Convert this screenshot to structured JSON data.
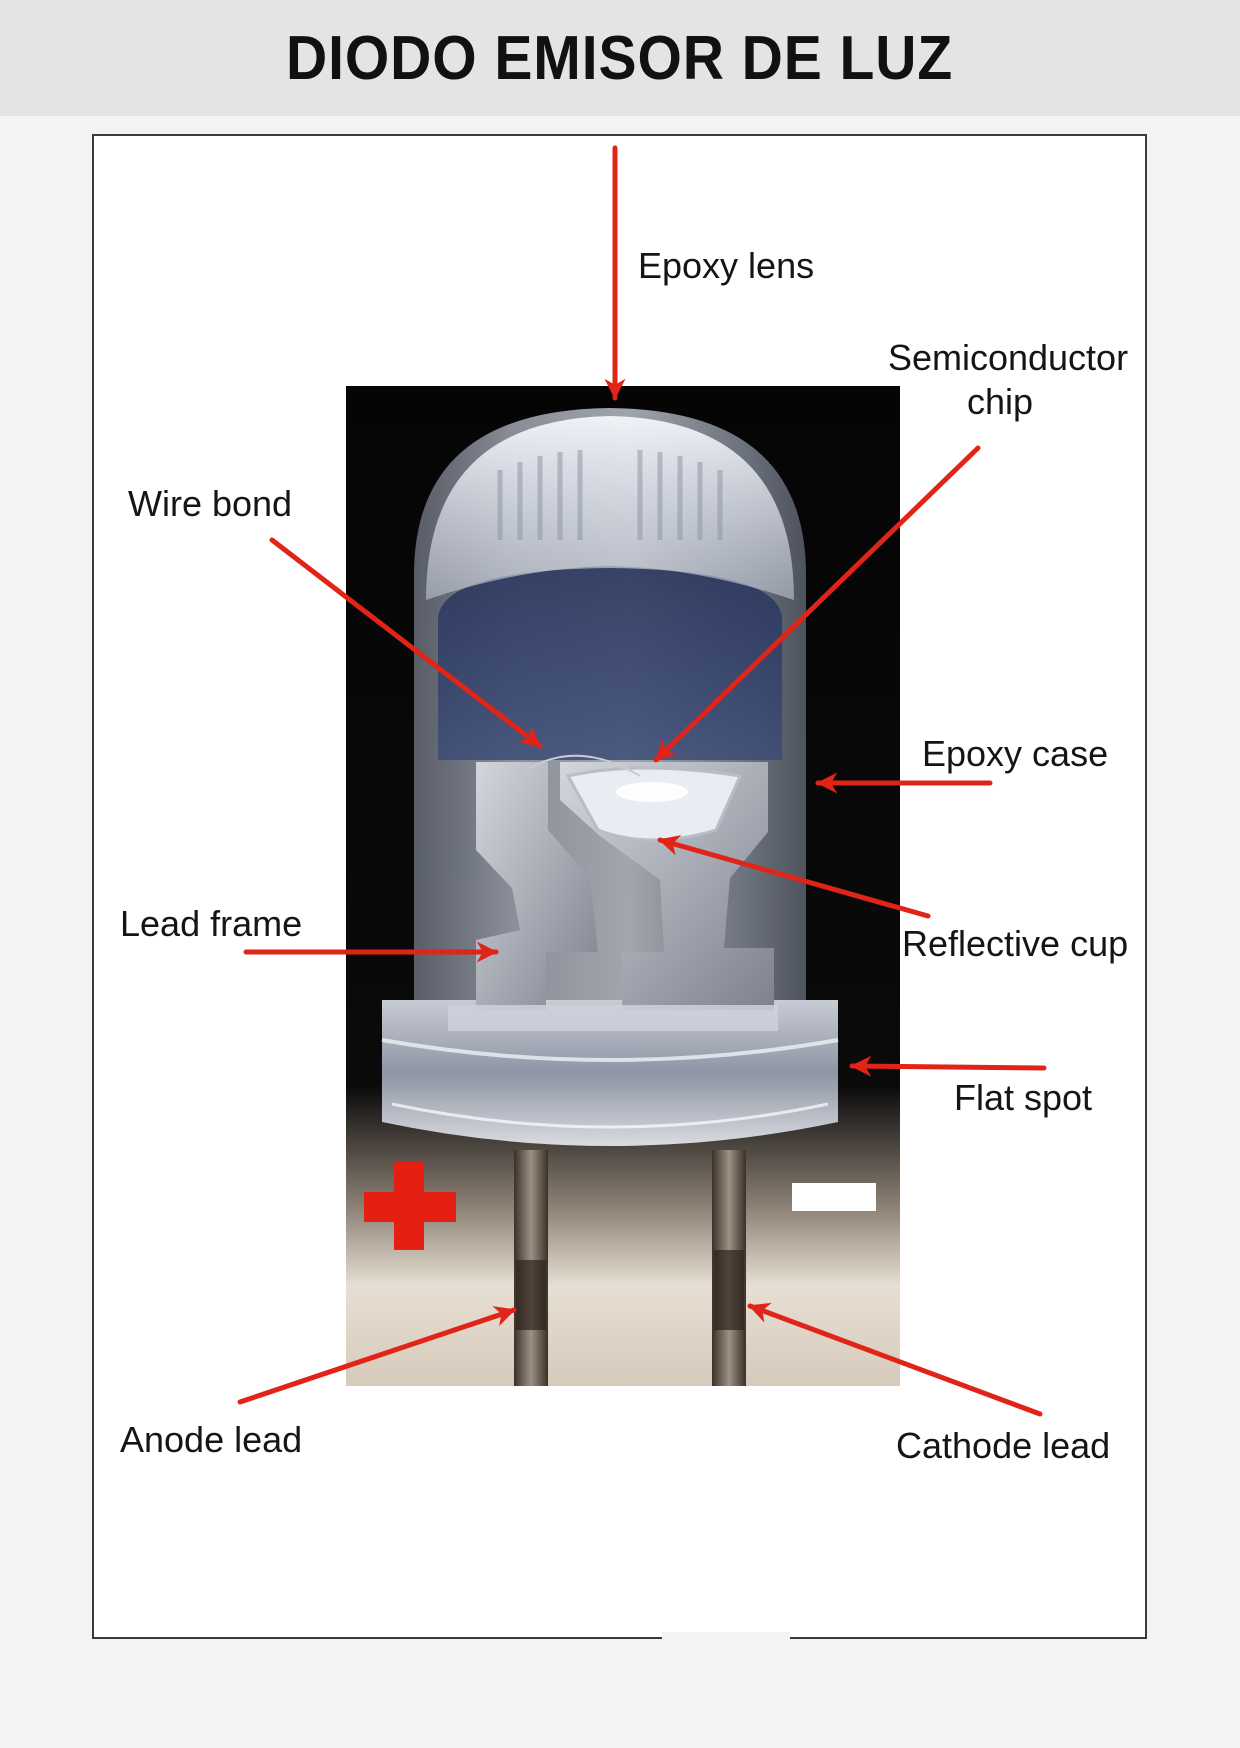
{
  "title": "DIODO EMISOR DE LUZ",
  "labels": {
    "epoxy_lens": "Epoxy lens",
    "semiconductor_chip_line1": "Semiconductor",
    "semiconductor_chip_line2": "chip",
    "wire_bond": "Wire bond",
    "epoxy_case": "Epoxy case",
    "lead_frame": "Lead frame",
    "reflective_cup": "Reflective cup",
    "flat_spot": "Flat spot",
    "anode_lead": "Anode lead",
    "cathode_lead": "Cathode lead"
  },
  "polarity": {
    "anode_symbol": "plus-sign",
    "cathode_symbol": "minus-sign"
  },
  "colors": {
    "arrow": "#e02418",
    "plus_sign": "#e52012",
    "photo_background": "#060606"
  }
}
